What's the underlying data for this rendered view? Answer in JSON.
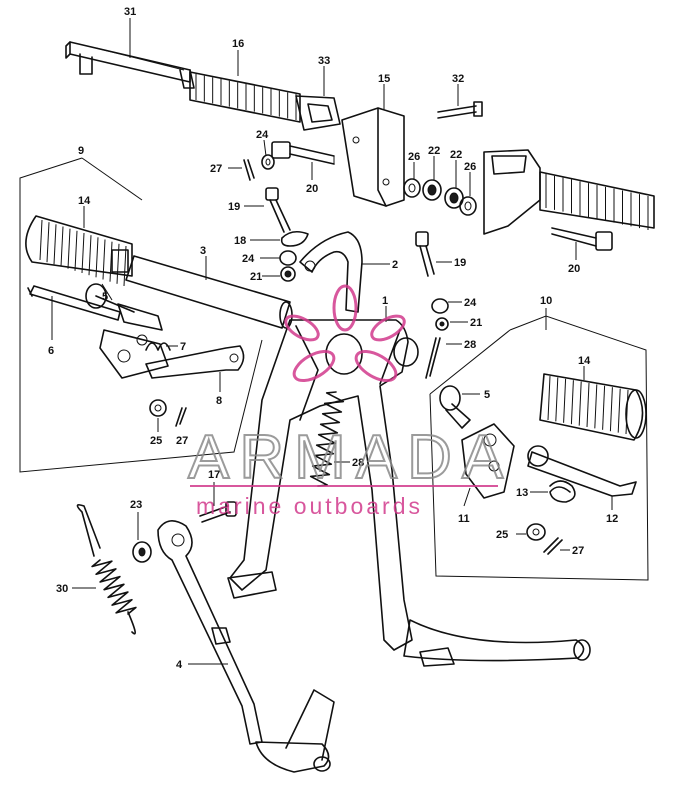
{
  "watermark": {
    "brand": "ARMADA",
    "tagline": "marine outboards",
    "accent_color": "#d23a8c",
    "brand_color": "#8a8a8a"
  },
  "callouts": {
    "p31": "31",
    "p16": "16",
    "p33": "33",
    "p15": "15",
    "p32": "32",
    "p24a": "24",
    "p27a": "27",
    "p20a": "20",
    "p26a": "26",
    "p22a": "22",
    "p22b": "22",
    "p26b": "26",
    "p9": "9",
    "p14a": "14",
    "p19a": "19",
    "p18": "18",
    "p24b": "24",
    "p21a": "21",
    "p3": "3",
    "p2": "2",
    "p19b": "19",
    "p20b": "20",
    "p1": "1",
    "p24c": "24",
    "p21b": "21",
    "p28a": "28",
    "p5a": "5",
    "p6": "6",
    "p7": "7",
    "p8": "8",
    "p25a": "25",
    "p27b": "27",
    "p10": "10",
    "p14b": "14",
    "p5b": "5",
    "p28b": "28",
    "p11": "11",
    "p13": "13",
    "p12": "12",
    "p25b": "25",
    "p27c": "27",
    "p17": "17",
    "p23": "23",
    "p30": "30",
    "p4": "4"
  }
}
